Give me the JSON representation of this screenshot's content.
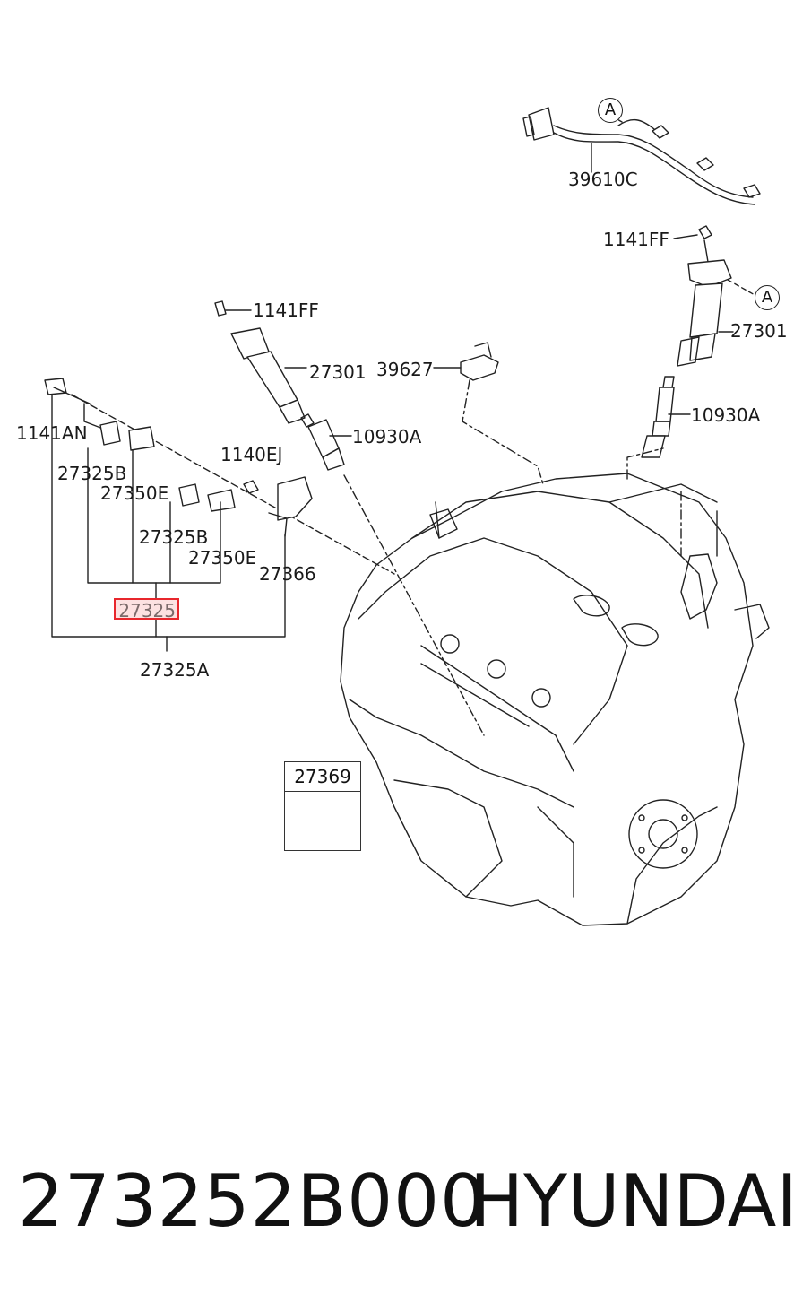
{
  "diagram": {
    "labels": {
      "harness": "39610C",
      "connector_a_top": "A",
      "connector_a_right": "A",
      "bolt_right": "1141FF",
      "bolt_left": "1141FF",
      "coil_right": "27301",
      "coil_left": "27301",
      "bracket_mid": "39627",
      "plug_right": "10930A",
      "plug_left": "10930A",
      "bolt_1141an": "1141AN",
      "bolt_1140ej": "1140EJ",
      "sensor_b1": "27325B",
      "sensor_e1": "27350E",
      "sensor_b2": "27325B",
      "sensor_e2": "27350E",
      "bracket_27366": "27366",
      "highlighted_part": "27325",
      "assembly": "27325A",
      "inset_part": "27369"
    }
  },
  "footer": {
    "part_number": "273252B000",
    "brand": "HYUNDAI"
  }
}
